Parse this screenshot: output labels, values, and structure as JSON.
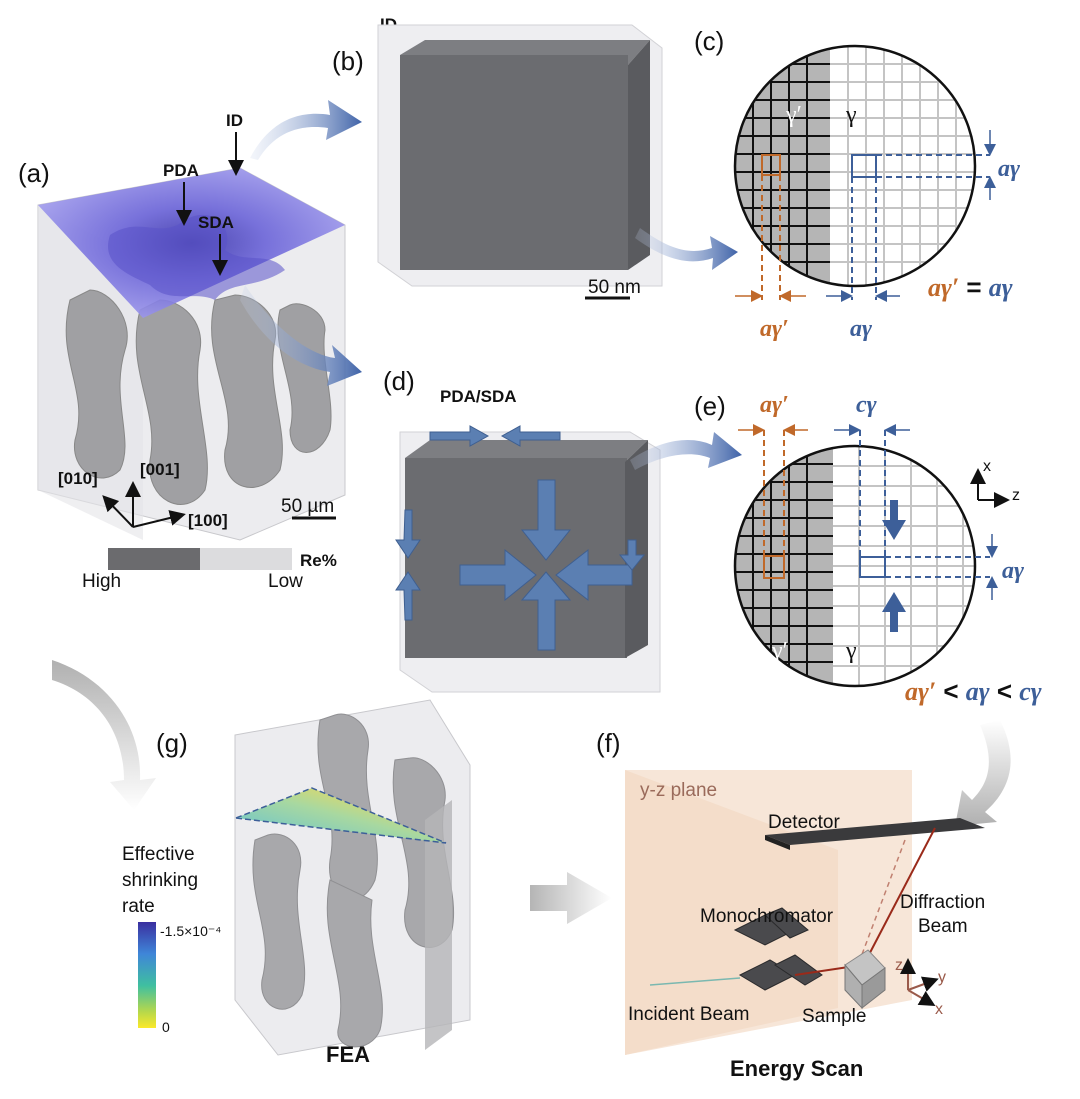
{
  "panels": {
    "a": "(a)",
    "b": "(b)",
    "c": "(c)",
    "d": "(d)",
    "e": "(e)",
    "f": "(f)",
    "g": "(g)"
  },
  "panel_a": {
    "id_label": "ID",
    "pda_label": "PDA",
    "sda_label": "SDA",
    "axis_010": "[010]",
    "axis_001": "[001]",
    "axis_100": "[100]",
    "scale": "50 µm",
    "legend_title": "Re%",
    "legend_high": "High",
    "legend_low": "Low",
    "colors": {
      "slice": "#8c86e8",
      "dendrite": "#9b9b9b",
      "box": "#e9e9ec"
    }
  },
  "panel_b": {
    "title": "ID",
    "scale": "50 nm",
    "cube_color": "#6b6c70"
  },
  "panel_c": {
    "gamma_prime": "γ′",
    "gamma": "γ",
    "a_gamma_prime": "aγ′",
    "a_gamma": "aγ",
    "relation": [
      "aγ′",
      " = ",
      "aγ"
    ]
  },
  "panel_d": {
    "title": "PDA/SDA",
    "arrow_color": "#5b7fb2"
  },
  "panel_e": {
    "a_gamma_prime": "aγ′",
    "c_gamma": "cγ",
    "a_gamma": "aγ",
    "gamma_prime": "γ′",
    "gamma": "γ",
    "axis_x": "x",
    "axis_z": "z",
    "relation": [
      "aγ′",
      " < ",
      "aγ",
      " < ",
      "cγ"
    ]
  },
  "panel_f": {
    "plane_label": "y-z plane",
    "detector": "Detector",
    "monochromator": "Monochromator",
    "diffraction_beam_1": "Diffraction",
    "diffraction_beam_2": "Beam",
    "incident_beam": "Incident Beam",
    "sample": "Sample",
    "axis_z": "z",
    "axis_y": "y",
    "axis_x": "x",
    "caption": "Energy Scan",
    "plane_color": "#f3dcc8"
  },
  "panel_g": {
    "legend_line1": "Effective",
    "legend_line2": "shrinking",
    "legend_line3": "rate",
    "legend_max": "-1.5×10⁻⁴",
    "legend_min": "0",
    "caption": "FEA"
  },
  "colors": {
    "orange": "#c0692a",
    "blue": "#3d5f99",
    "accent_arrow": "#4f6fb0"
  }
}
